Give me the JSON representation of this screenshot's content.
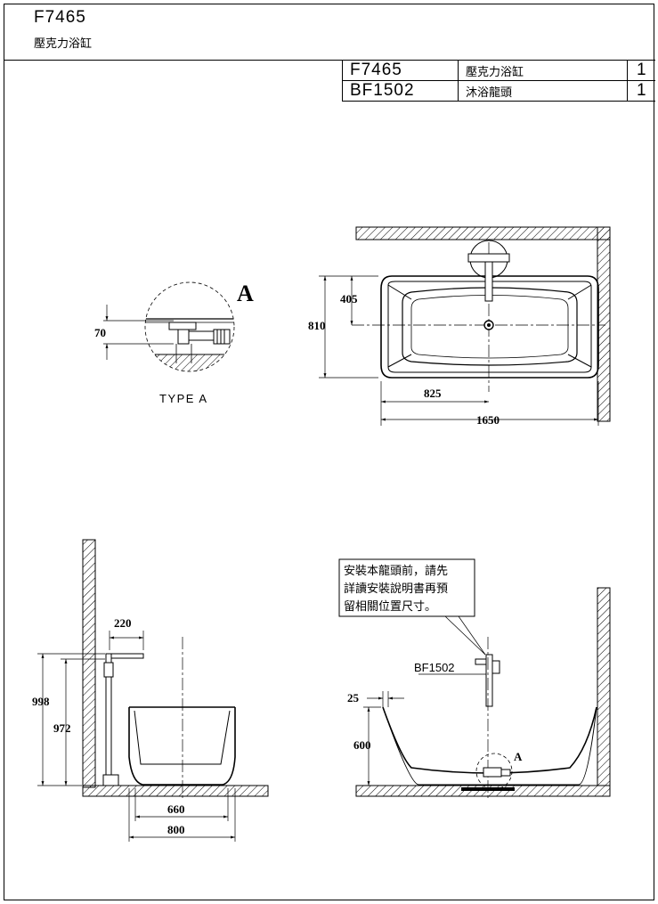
{
  "header": {
    "model_code": "F7465",
    "model_name": "壓克力浴缸"
  },
  "parts": [
    {
      "code": "F7465",
      "name": "壓克力浴缸",
      "qty": "1"
    },
    {
      "code": "BF1502",
      "name": "沐浴龍頭",
      "qty": "1"
    }
  ],
  "detail": {
    "marker": "A",
    "type_label": "TYPE A",
    "drain_height": "70"
  },
  "top_view": {
    "offset": "405",
    "depth": "810",
    "center": "825",
    "length": "1650"
  },
  "side_view": {
    "faucet_offset": "220",
    "height_total": "998",
    "height_spout": "972",
    "inner_width": "660",
    "outer_width": "800"
  },
  "front_view": {
    "note_lines": [
      "安裝本龍頭前，請先",
      "詳讀安裝說明書再預",
      "留相關位置尺寸。"
    ],
    "faucet_label": "BF1502",
    "gap": "25",
    "rim_height": "600",
    "marker": "A"
  }
}
